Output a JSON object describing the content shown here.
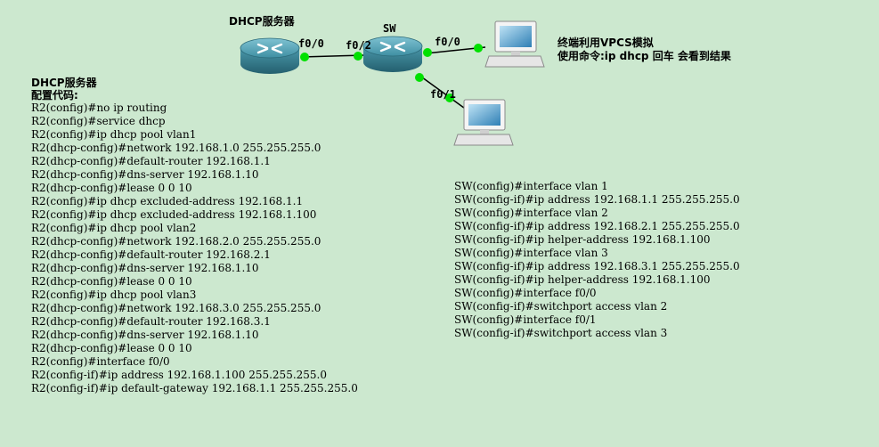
{
  "topology": {
    "dhcp_server_label": "DHCP服务器",
    "switch_label": "SW",
    "port_r2_f00": "f0/0",
    "port_sw_f02": "f0/2",
    "port_sw_f00": "f0/0",
    "port_sw_f01": "f0/1",
    "note_line1": "终端利用VPCS模拟",
    "note_line2": "使用命令:ip  dhcp  回车   会看到结果",
    "link_color": "#000000",
    "port_dot_color": "#00e000",
    "router_color": "#3f8fa3"
  },
  "dhcp_config": {
    "title": "DHCP服务器",
    "subtitle": "配置代码:",
    "lines": [
      "R2(config)#no ip routing",
      "R2(config)#service dhcp",
      "R2(config)#ip dhcp pool vlan1",
      "R2(dhcp-config)#network 192.168.1.0 255.255.255.0",
      "R2(dhcp-config)#default-router 192.168.1.1",
      "R2(dhcp-config)#dns-server 192.168.1.10",
      "R2(dhcp-config)#lease 0 0 10",
      "R2(config)#ip dhcp excluded-address 192.168.1.1",
      "R2(config)#ip dhcp excluded-address 192.168.1.100",
      "R2(config)#ip dhcp pool vlan2",
      "R2(dhcp-config)#network 192.168.2.0 255.255.255.0",
      "R2(dhcp-config)#default-router 192.168.2.1",
      "R2(dhcp-config)#dns-server 192.168.1.10",
      "R2(dhcp-config)#lease 0 0 10",
      "R2(config)#ip dhcp pool vlan3",
      "R2(dhcp-config)#network 192.168.3.0 255.255.255.0",
      "R2(dhcp-config)#default-router 192.168.3.1",
      "R2(dhcp-config)#dns-server 192.168.1.10",
      "R2(dhcp-config)#lease 0 0 10",
      "R2(config)#interface f0/0",
      "R2(config-if)#ip address 192.168.1.100 255.255.255.0",
      "R2(config-if)#ip default-gateway 192.168.1.1 255.255.255.0"
    ]
  },
  "sw_config": {
    "lines": [
      "SW(config)#interface vlan 1",
      "SW(config-if)#ip address 192.168.1.1 255.255.255.0",
      "SW(config)#interface vlan 2",
      "SW(config-if)#ip address 192.168.2.1 255.255.255.0",
      "SW(config-if)#ip helper-address 192.168.1.100",
      "SW(config)#interface vlan 3",
      "SW(config-if)#ip address 192.168.3.1 255.255.255.0",
      "SW(config-if)#ip helper-address 192.168.1.100",
      "SW(config)#interface f0/0",
      "SW(config-if)#switchport access vlan 2",
      "SW(config)#interface f0/1",
      "SW(config-if)#switchport access vlan 3"
    ]
  }
}
